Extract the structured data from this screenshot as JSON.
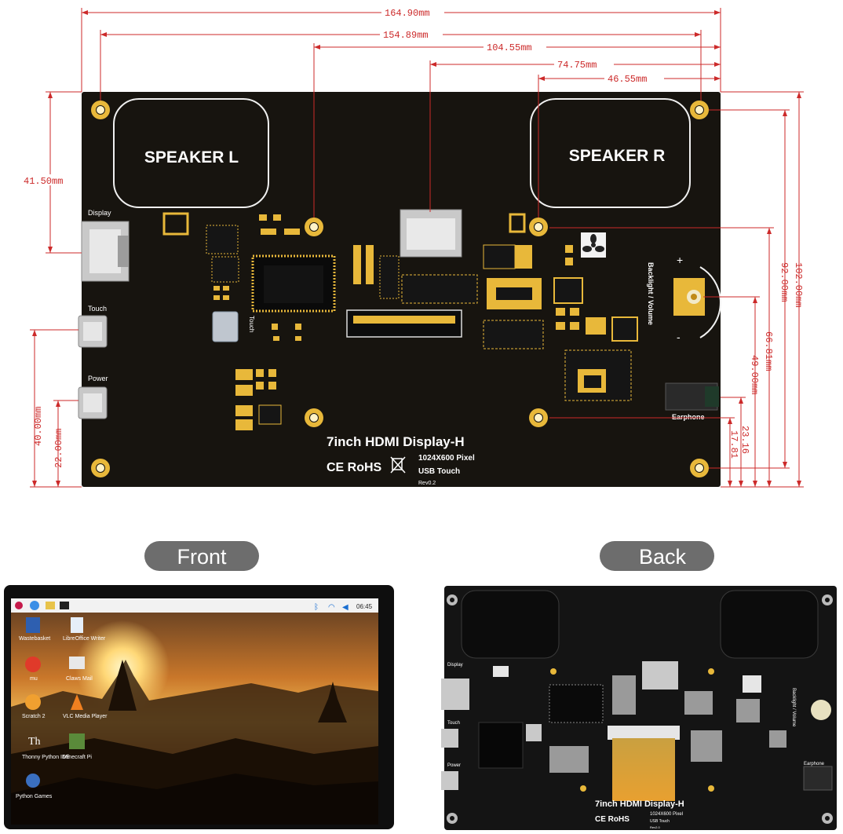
{
  "dims": {
    "d164": "164.90mm",
    "d154": "154.89mm",
    "d104": "104.55mm",
    "d74": "74.75mm",
    "d46": "46.55mm",
    "d41": "41.50mm",
    "d102": "102.00mm",
    "d92": "92.00mm",
    "d66": "66.81mm",
    "d49": "49.00mm",
    "d40": "40.00mm",
    "d22": "22.00mm",
    "d23": "23.16",
    "d17": "17.81"
  },
  "board": {
    "speaker_l": "SPEAKER L",
    "speaker_r": "SPEAKER R",
    "display": "Display",
    "touch": "Touch",
    "power": "Power",
    "touch_vertical": "Touch",
    "backlight": "Backlight / Volume",
    "earphone": "Earphone",
    "product": "7inch HDMI Display-H",
    "pixel": "1024X600 Pixel",
    "usb": "USB Touch",
    "rev": "Rev0.2",
    "certs": "CE RoHS"
  },
  "labels": {
    "front": "Front",
    "back": "Back"
  },
  "front_screen": {
    "clock": "06:45",
    "icons": [
      {
        "label": "Wastebasket"
      },
      {
        "label": "LibreOffice Writer"
      },
      {
        "label": "mu"
      },
      {
        "label": "Claws Mail"
      },
      {
        "label": "Scratch 2"
      },
      {
        "label": "VLC Media Player"
      },
      {
        "label": "Thonny Python IDE"
      },
      {
        "label": "Minecraft Pi"
      },
      {
        "label": "Python Games"
      }
    ]
  },
  "back_board": {
    "display": "Display",
    "touch": "Touch",
    "power": "Power",
    "backlight": "Backlight / Volume",
    "earphone": "Earphone",
    "product": "7inch HDMI Display-H",
    "pixel": "1024X600 Pixel",
    "usb": "USB Touch",
    "rev": "Rev2.0",
    "certs": "CE RoHS"
  },
  "colors": {
    "dim": "#cc2a2a",
    "board": "#17140f",
    "gold": "#e8b83a",
    "pill": "#6d6d6d"
  }
}
